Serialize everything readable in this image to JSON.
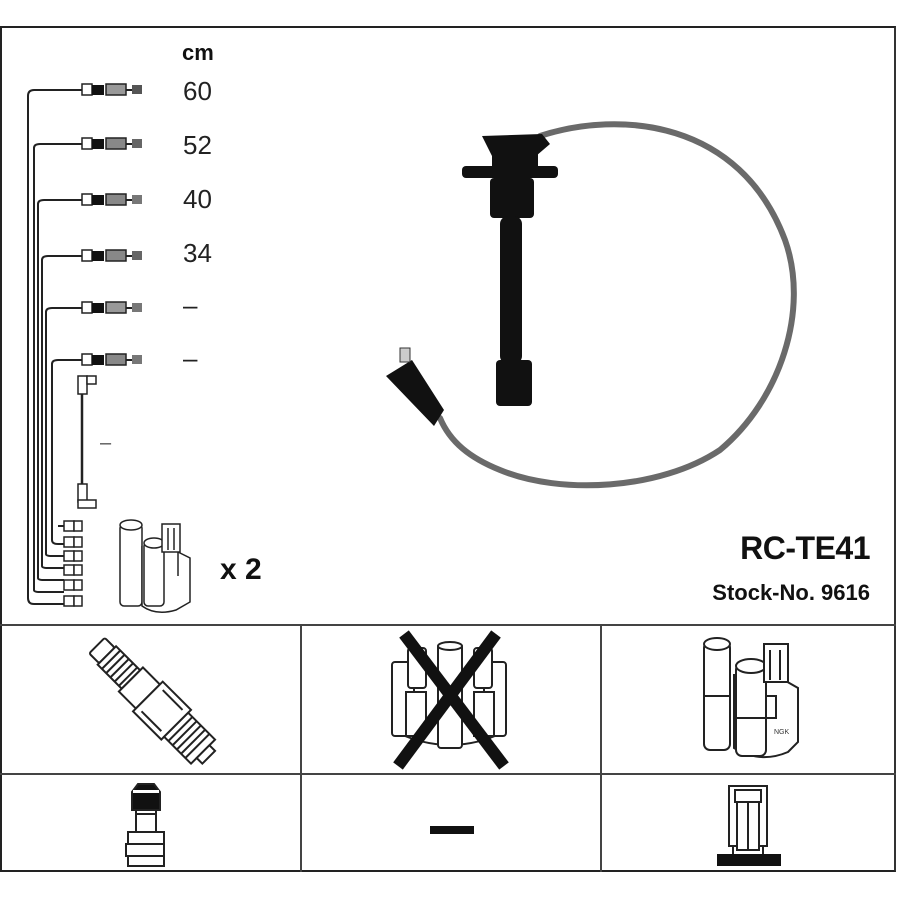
{
  "header": {
    "unit_label": "cm",
    "part_number": "RC-TE41",
    "stock_label": "Stock-No. 9616"
  },
  "cable_lengths": [
    {
      "index": 1,
      "length": "60"
    },
    {
      "index": 2,
      "length": "52"
    },
    {
      "index": 3,
      "length": "40"
    },
    {
      "index": 4,
      "length": "34"
    },
    {
      "index": 5,
      "length": "–"
    },
    {
      "index": 6,
      "length": "–"
    }
  ],
  "coil_lead": {
    "length": "–"
  },
  "coil_quantity": "x 2",
  "components": {
    "spark_plug": {
      "label": "spark-plug",
      "status": "included-type"
    },
    "distributor_cap": {
      "label": "distributor-cap",
      "status": "not-applicable"
    },
    "ignition_coil": {
      "label": "ignition-coil",
      "status": "applicable"
    },
    "plug_connector": {
      "label": "spark-plug-connector"
    },
    "distributor_connector": {
      "label": "none",
      "value": "–"
    },
    "coil_connector": {
      "label": "coil-terminal-connector"
    }
  },
  "colors": {
    "line": "#222222",
    "cable": "#6a6a6a",
    "boot": "#111111"
  }
}
